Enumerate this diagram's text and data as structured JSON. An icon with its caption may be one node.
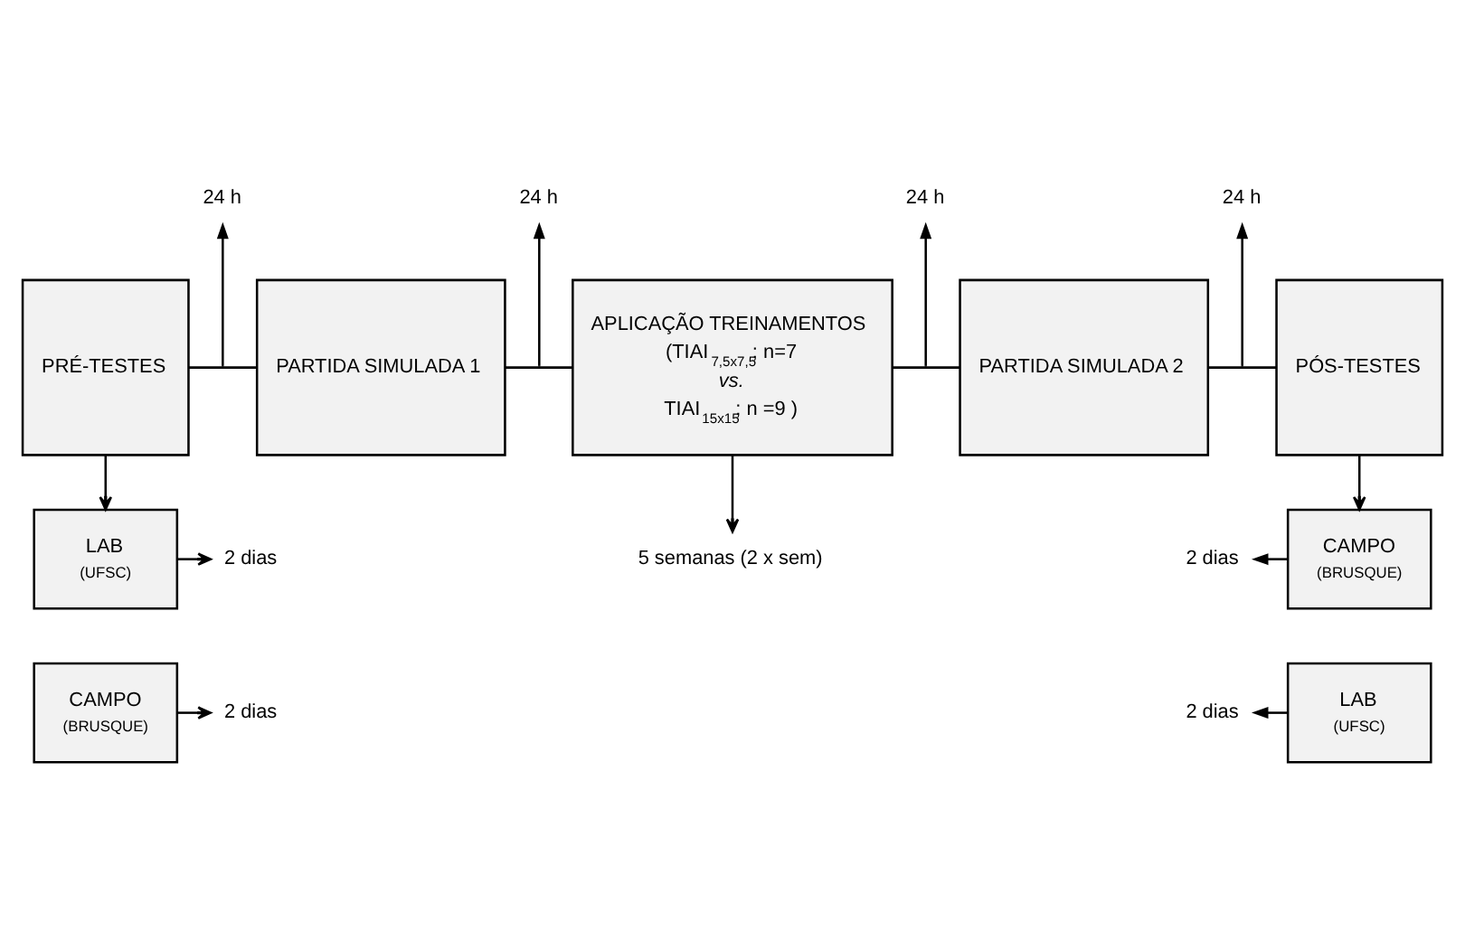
{
  "diagram": {
    "nodes": [
      {
        "text": [
          "PRÉ-TESTES"
        ]
      },
      {
        "text": [
          "PARTIDA SIMULADA 1"
        ]
      },
      {
        "text": [
          "APLICAÇÃO TREINAMENTOS",
          "(TIAI$_{7,5x7,5}$; n=7",
          "*vs.*",
          "TIAI$_{15x15}$; n =9 )"
        ]
      },
      {
        "text": [
          "PARTIDA SIMULADA 2"
        ]
      },
      {
        "text": [
          "PÓS-TESTES"
        ]
      },
      {
        "text": [
          "24 h"
        ]
      },
      {
        "text": [
          "24 h"
        ]
      },
      {
        "text": [
          "24 h"
        ]
      },
      {
        "text": [
          "24 h"
        ]
      },
      {
        "text": [
          "LAB",
          "(UFSC)"
        ]
      },
      {
        "text": [
          "CAMPO",
          "(BRUSQUE)"
        ]
      },
      {
        "text": [
          "2 dias"
        ]
      },
      {
        "text": [
          "2 dias"
        ]
      },
      {
        "text": [
          "5 semanas (2 x sem)"
        ]
      },
      {
        "text": [
          "CAMPO",
          "(BRUSQUE)"
        ]
      },
      {
        "text": [
          "LAB",
          "(UFSC)"
        ]
      },
      {
        "text": [
          "2 dias"
        ]
      },
      {
        "text": [
          "2 dias"
        ]
      }
    ],
    "edges": [
      {
        "from": 0,
        "to": 1,
        "arrow": "none"
      },
      {
        "from": 1,
        "to": 2,
        "arrow": "none"
      },
      {
        "from": 2,
        "to": 3,
        "arrow": "none"
      },
      {
        "from": 3,
        "to": 4,
        "arrow": "none"
      },
      {
        "from": null,
        "to": 5,
        "arrow": "to"
      },
      {
        "from": null,
        "to": 6,
        "arrow": "to"
      },
      {
        "from": null,
        "to": 7,
        "arrow": "to"
      },
      {
        "from": null,
        "to": 8,
        "arrow": "to"
      },
      {
        "from": 0,
        "to": 9,
        "arrow": "to"
      },
      {
        "from": 2,
        "to": 13,
        "arrow": "to"
      },
      {
        "from": 4,
        "to": 14,
        "arrow": "to"
      },
      {
        "from": 9,
        "to": 11,
        "arrow": "to"
      },
      {
        "from": 10,
        "to": 12,
        "arrow": "to"
      },
      {
        "from": 14,
        "to": 16,
        "arrow": "to"
      },
      {
        "from": 15,
        "to": 17,
        "arrow": "to"
      }
    ]
  }
}
